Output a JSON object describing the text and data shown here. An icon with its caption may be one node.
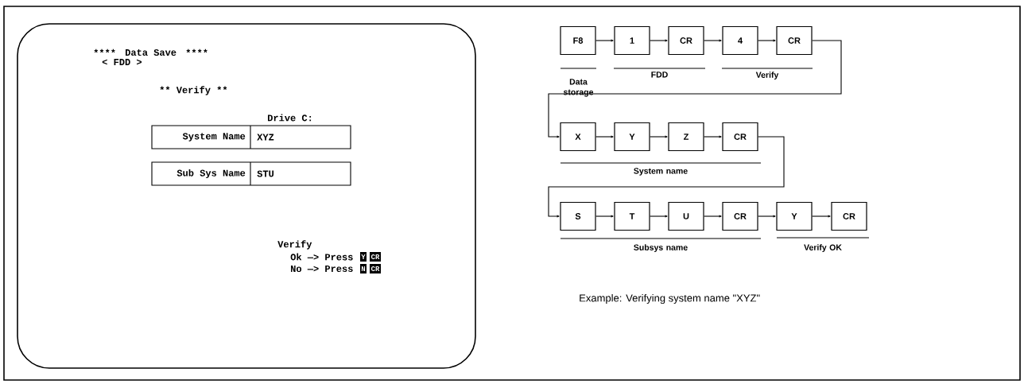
{
  "diagram": {
    "caption": "Example: Verifying system name \"XYZ\"",
    "nodes": [
      {
        "text": [
          "****",
          "Data Save",
          "****",
          "< FDD >",
          "** Verify **",
          "Drive C:",
          "Verify",
          "Ok —> Press",
          "No —> Press"
        ]
      },
      {
        "text": [
          "System Name",
          "XYZ"
        ],
        "in": 0
      },
      {
        "text": [
          "Sub Sys Name",
          "STU"
        ],
        "in": 0
      },
      {
        "text": [
          "Y"
        ],
        "in": 0
      },
      {
        "text": [
          "CR"
        ],
        "in": 0
      },
      {
        "text": [
          "N"
        ],
        "in": 0
      },
      {
        "text": [
          "CR"
        ],
        "in": 0
      },
      {
        "text": [
          "F8"
        ]
      },
      {
        "text": [
          "1"
        ]
      },
      {
        "text": [
          "CR"
        ]
      },
      {
        "text": [
          "4"
        ]
      },
      {
        "text": [
          "CR"
        ]
      },
      {
        "text": [
          "X"
        ]
      },
      {
        "text": [
          "Y"
        ]
      },
      {
        "text": [
          "Z"
        ]
      },
      {
        "text": [
          "CR"
        ]
      },
      {
        "text": [
          "S"
        ]
      },
      {
        "text": [
          "T"
        ]
      },
      {
        "text": [
          "U"
        ]
      },
      {
        "text": [
          "CR"
        ]
      },
      {
        "text": [
          "Y"
        ]
      },
      {
        "text": [
          "CR"
        ]
      }
    ],
    "edges": [
      {
        "from": 7,
        "to": 8,
        "arrow": "to"
      },
      {
        "from": 8,
        "to": 9,
        "arrow": "to"
      },
      {
        "from": 9,
        "to": 10,
        "arrow": "to"
      },
      {
        "from": 10,
        "to": 11,
        "arrow": "to"
      },
      {
        "from": 11,
        "to": 12,
        "arrow": "to"
      },
      {
        "from": 12,
        "to": 13,
        "arrow": "to"
      },
      {
        "from": 13,
        "to": 14,
        "arrow": "to"
      },
      {
        "from": 14,
        "to": 15,
        "arrow": "to"
      },
      {
        "from": 15,
        "to": 16,
        "arrow": "to"
      },
      {
        "from": 16,
        "to": 17,
        "arrow": "to"
      },
      {
        "from": 17,
        "to": 18,
        "arrow": "to"
      },
      {
        "from": 18,
        "to": 19,
        "arrow": "to"
      },
      {
        "from": 19,
        "to": 20,
        "arrow": "to"
      },
      {
        "from": 20,
        "to": 21,
        "arrow": "to"
      }
    ],
    "labels": [
      "Data storage",
      "FDD",
      "Verify",
      "System name",
      "Subsys name",
      "Verify OK"
    ]
  }
}
